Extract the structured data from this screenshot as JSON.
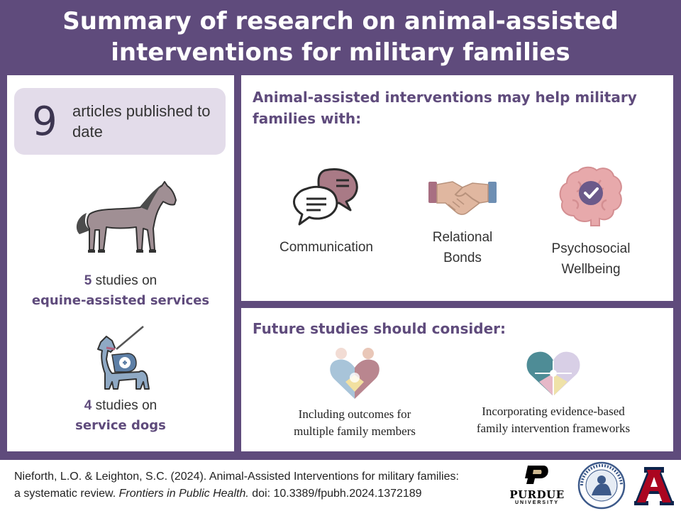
{
  "title": {
    "line1": "Summary of research on animal-assisted",
    "line2": "interventions for military families"
  },
  "articles": {
    "count": "9",
    "label": "articles published to date"
  },
  "studies": [
    {
      "count": "5",
      "text": " studies on",
      "topic": "equine-assisted services",
      "icon": "horse-icon"
    },
    {
      "count": "4",
      "text": " studies on",
      "topic": "service dogs",
      "icon": "service-dog-icon"
    }
  ],
  "benefits": {
    "heading": "Animal-assisted interventions may help military families with:",
    "items": [
      {
        "label_line1": "Communication",
        "label_line2": "",
        "icon": "chat-bubbles-icon"
      },
      {
        "label_line1": "Relational",
        "label_line2": "Bonds",
        "icon": "handshake-icon"
      },
      {
        "label_line1": "Psychosocial",
        "label_line2": "Wellbeing",
        "icon": "brain-icon"
      }
    ]
  },
  "future": {
    "heading": "Future studies should consider:",
    "items": [
      {
        "label_line1": "Including outcomes for",
        "label_line2": "multiple family members",
        "icon": "family-heart-icon"
      },
      {
        "label_line1": "Incorporating evidence-based",
        "label_line2": "family intervention frameworks",
        "icon": "puzzle-heart-icon"
      }
    ]
  },
  "citation": {
    "authors": "Nieforth, L.O. & Leighton, S.C. (2024). Animal-Assisted Interventions for military families:",
    "line2_prefix": "a systematic review. ",
    "journal": "Frontiers in Public Health.",
    "doi": " doi: 10.3389/fpubh.2024.1372189"
  },
  "logos": {
    "purdue_name": "PURDUE",
    "purdue_sub": "UNIVERSITY",
    "purdue_mark": "P",
    "seal_text": "CENTER FOR THE HUMAN-ANIMAL BOND",
    "ua_mark": "A"
  },
  "colors": {
    "brand_purple": "#5f4b7c",
    "light_purple": "#e3dcea",
    "mauve": "#a86f82",
    "slate": "#4a5a6a"
  }
}
